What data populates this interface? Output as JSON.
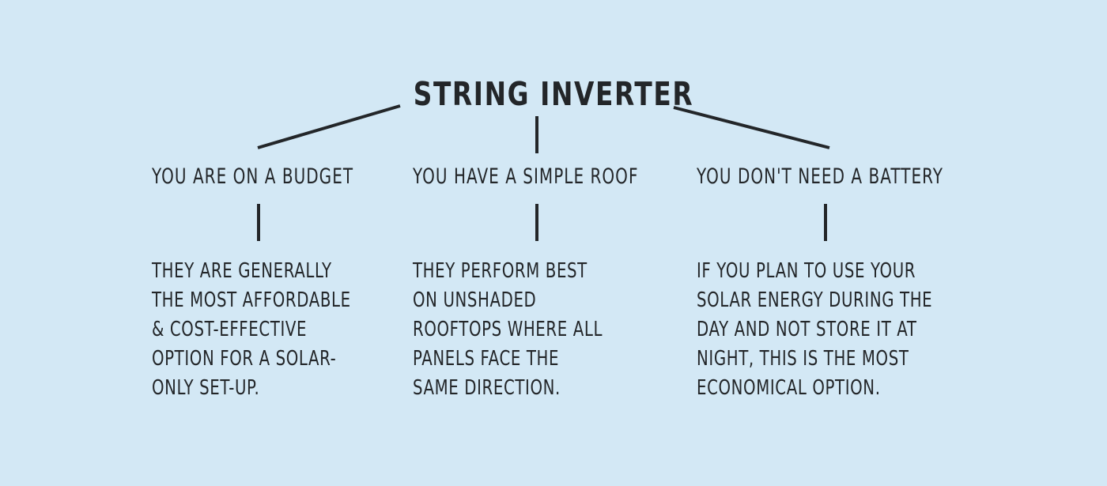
{
  "theme": {
    "background_color": "#d3e8f5",
    "text_color": "#232629",
    "line_color": "#232629"
  },
  "diagram": {
    "type": "tree",
    "title": "STRING INVERTER",
    "branches": [
      {
        "label": "YOU ARE ON A BUDGET",
        "body": "THEY ARE GENERALLY\nTHE MOST AFFORDABLE\n& COST-EFFECTIVE\nOPTION FOR A SOLAR-\nONLY SET-UP."
      },
      {
        "label": "YOU HAVE A SIMPLE ROOF",
        "body": "THEY PERFORM BEST\nON UNSHADED\nROOFTOPS WHERE ALL\nPANELS FACE THE\nSAME DIRECTION."
      },
      {
        "label": "YOU DON'T NEED A BATTERY",
        "body": "IF YOU PLAN TO USE YOUR\nSOLAR ENERGY DURING THE\nDAY AND NOT STORE IT AT\nNIGHT, THIS IS THE MOST\nECONOMICAL OPTION."
      }
    ]
  }
}
